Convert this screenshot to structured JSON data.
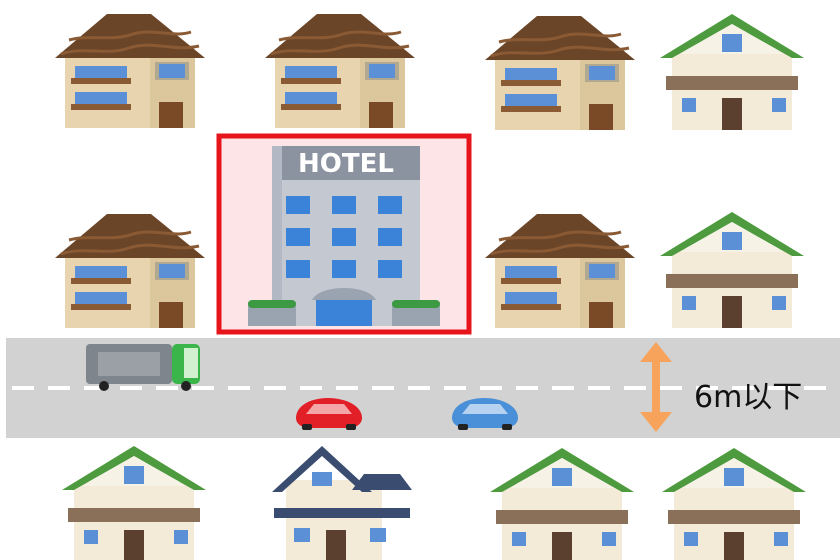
{
  "hotel": {
    "sign": "HOTEL"
  },
  "road": {
    "width_label": "6m以下"
  },
  "colors": {
    "highlight_border": "#e8141c",
    "highlight_fill": "#fde4e6",
    "road": "#d2d2d2",
    "width_arrow": "#f7a35c"
  },
  "houses": [
    {
      "style": "brown-roof-house",
      "row": "top"
    },
    {
      "style": "brown-roof-house",
      "row": "top"
    },
    {
      "style": "brown-roof-house",
      "row": "top"
    },
    {
      "style": "green-roof-house",
      "row": "top"
    },
    {
      "style": "brown-roof-house",
      "row": "middle"
    },
    {
      "style": "brown-roof-house",
      "row": "middle"
    },
    {
      "style": "green-roof-house",
      "row": "middle"
    },
    {
      "style": "green-roof-house",
      "row": "bottom"
    },
    {
      "style": "navy-roof-house",
      "row": "bottom"
    },
    {
      "style": "green-roof-house",
      "row": "bottom"
    },
    {
      "style": "green-roof-house",
      "row": "bottom"
    }
  ],
  "vehicles": [
    {
      "type": "truck",
      "color": "green"
    },
    {
      "type": "car",
      "color": "red"
    },
    {
      "type": "car",
      "color": "blue"
    }
  ]
}
